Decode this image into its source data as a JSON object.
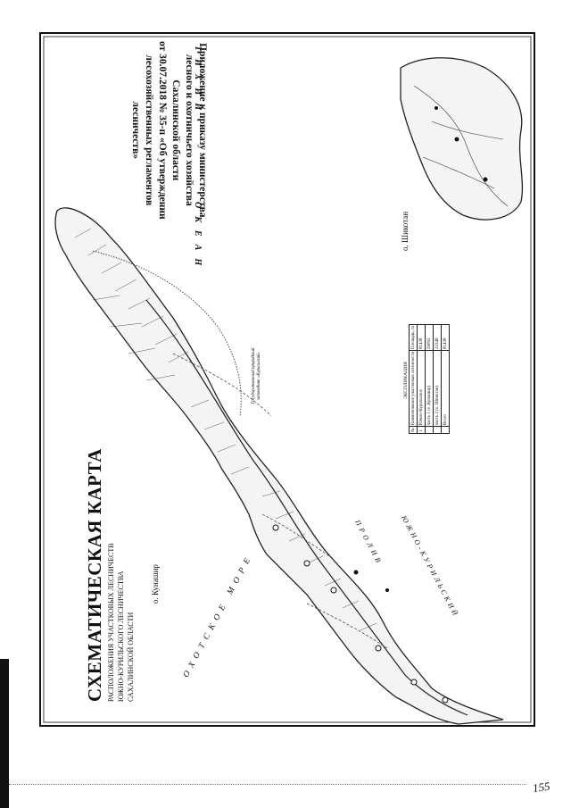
{
  "title": {
    "main": "СХЕМАТИЧЕСКАЯ КАРТА",
    "lines": [
      "расположения участковых лесничеств",
      "Южно-Курильского лесничества",
      "Сахалинской области"
    ]
  },
  "appendix": {
    "lines": [
      "Приложение к приказу министерства",
      "лесного и охотничьего хозяйства",
      "Сахалинской области",
      "от 30.07.2018 № 35-п «Об утверждении",
      "лесохозяйственных регламентов",
      "лесничеств»"
    ]
  },
  "labels": {
    "ocean_word1": "ТИХИЙ",
    "ocean_word2": "ОКЕАН",
    "sea": "ОХОТСКОЕ МОРЕ",
    "strait_word1": "ЮЖНО-КУРИЛЬСКИЙ",
    "strait_word2": "ПРОЛИВ",
    "island_kunashir": "о. Кунашир",
    "island_shikotan": "о. Шикотан",
    "reserve": "Государственный природный заповедник «Курильский»"
  },
  "legend": {
    "title": "ЭКСПЛИКАЦИЯ",
    "headers": [
      "№",
      "Наименование участковых лесничеств",
      "Площадь, га"
    ],
    "rows": [
      [
        "1",
        "Южно-Курильское",
        "81438"
      ],
      [
        "",
        "часть 1 (о. Кунашир)",
        "59092"
      ],
      [
        "",
        "часть 2 (о. Шикотан)",
        "22346"
      ],
      [
        "",
        "Всего",
        "81438"
      ]
    ]
  },
  "page_number": "155"
}
